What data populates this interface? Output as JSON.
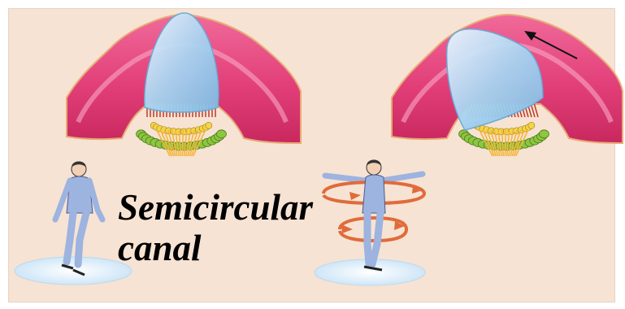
{
  "caption": {
    "line1": "Semicircular",
    "line2": "canal"
  },
  "colors": {
    "background": "#f6e3d3",
    "canal_wall": "#e4447d",
    "canal_rim": "#e8aa76",
    "cupula": "#a8d3f0",
    "hair_cells": "#c0392b",
    "support_cells": "#8dc63f",
    "nerve_fibers": "#f4b63a",
    "skater_suit": "#9db3e0",
    "rotation_arrow": "#e06b3a",
    "ice_patch": "#dceefa"
  },
  "panels": [
    {
      "name": "ampulla-at-rest",
      "cupula_state": "upright"
    },
    {
      "name": "ampulla-during-rotation",
      "cupula_state": "deflected",
      "flow_arrow": "endolymph-flow-arrow"
    }
  ],
  "figures": [
    {
      "name": "skater-standing",
      "pose": "still"
    },
    {
      "name": "skater-spinning",
      "pose": "spinning"
    }
  ]
}
